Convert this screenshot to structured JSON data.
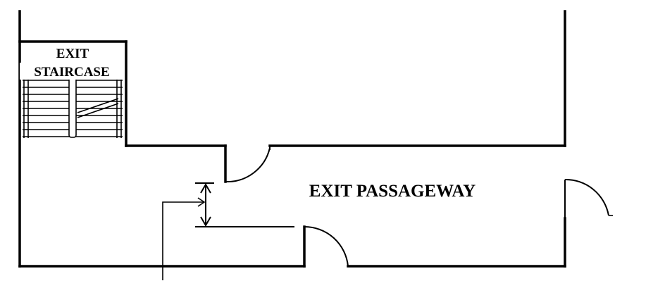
{
  "diagram": {
    "staircase_label_line1": "EXIT",
    "staircase_label_line2": "STAIRCASE",
    "passageway_label": "EXIT PASSAGEWAY"
  }
}
